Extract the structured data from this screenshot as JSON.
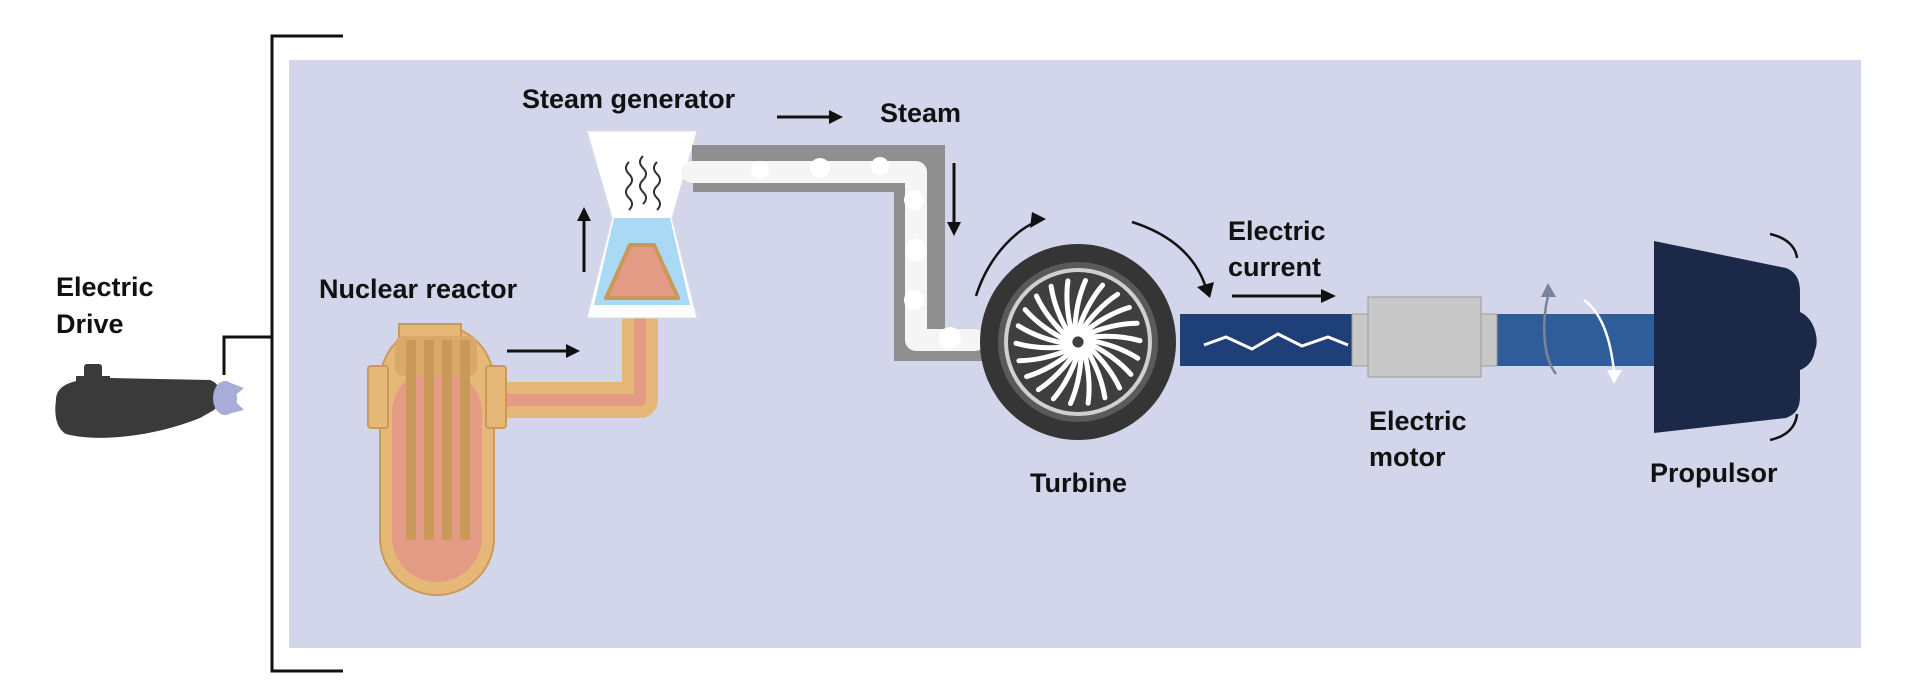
{
  "labels": {
    "drive_line1": "Electric",
    "drive_line2": "Drive",
    "nuclear_reactor": "Nuclear reactor",
    "steam_generator": "Steam generator",
    "steam": "Steam",
    "turbine": "Turbine",
    "current_line1": "Electric",
    "current_line2": "current",
    "motor_line1": "Electric",
    "motor_line2": "motor",
    "propulsor": "Propulsor"
  },
  "colors": {
    "panel": "#d3d6ea",
    "reactor_fill": "#e6b877",
    "reactor_core": "#e39b86",
    "pipe_gray": "#8f8f8f",
    "steam_white": "#f5f5f5",
    "water_blue": "#a9d9f4",
    "shaft_blue": "#2f5d99",
    "shaft_dark": "#1f3f78",
    "motor_gray": "#c8c8c8",
    "turbine_dark": "#353535",
    "propulsor_navy": "#1b2847",
    "submarine": "#3a3a3a",
    "sub_propeller": "#a8acd8"
  }
}
